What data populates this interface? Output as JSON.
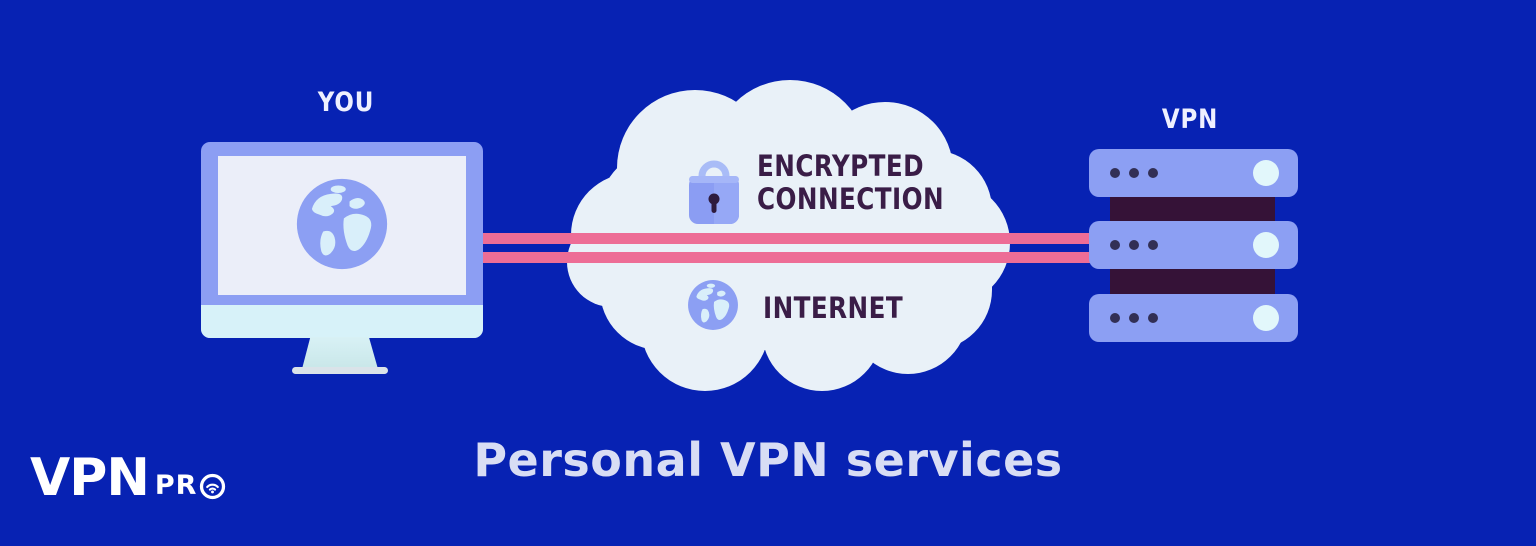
{
  "title": "Personal VPN services",
  "labels": {
    "you": "YOU",
    "vpn": "VPN"
  },
  "cloud": {
    "encrypted_line1": "ENCRYPTED",
    "encrypted_line2": "CONNECTION",
    "internet": "INTERNET"
  },
  "logo": {
    "main": "VPN",
    "suffix": "PR"
  },
  "icons": {
    "lock": "lock-icon",
    "screen_globe": "globe-icon",
    "internet_globe": "internet-globe-icon",
    "logo_o": "wifi-o-icon",
    "server_leds": "server-led-dots",
    "server_power": "server-power-light"
  },
  "colors": {
    "background": "#0722b3",
    "periwinkle": "#8c9ff3",
    "pink_line": "#ed6d96",
    "cloud": "#e9f1f8",
    "dark_purple_text": "#3a1d47",
    "server_connector": "#351237",
    "monitor_screen": "#ebeef9",
    "monitor_chin": "#d7f2f9",
    "title_text": "#d8ddf4",
    "label_text": "#eef0ff"
  }
}
